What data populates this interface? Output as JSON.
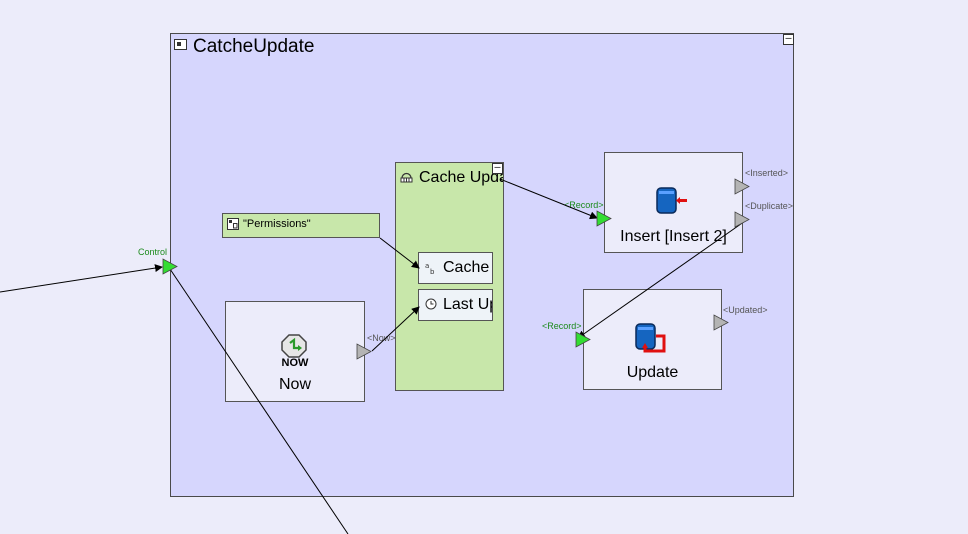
{
  "workflow": {
    "title": "CatcheUpdate",
    "control_port_label": "Control"
  },
  "now_node": {
    "label": "Now",
    "icon_text": "NOW",
    "output_port_label": "<Now>"
  },
  "permissions_node": {
    "label": "\"Permissions\""
  },
  "cache_update_node": {
    "title": "Cache Upda",
    "inputs": [
      {
        "label": "Cache"
      },
      {
        "label": "Last Up"
      }
    ]
  },
  "insert_node": {
    "label": "Insert [Insert 2]",
    "input_port_label": "<Record>",
    "output_ports": [
      {
        "label": "<Inserted>"
      },
      {
        "label": "<Duplicate>"
      }
    ]
  },
  "update_node": {
    "label": "Update",
    "input_port_label": "<Record>",
    "output_port_label": "<Updated>"
  },
  "colors": {
    "canvas_bg": "#ececfa",
    "frame_bg": "#d6d6fd",
    "node_bg": "#ececfa",
    "cache_group_bg": "#c8e7aa",
    "active_port": "#33dd33",
    "inactive_port": "#b4b4b4",
    "port_text_green": "#1b8a1b",
    "db_blue": "#1565c0",
    "arrow_red": "#e01010"
  }
}
